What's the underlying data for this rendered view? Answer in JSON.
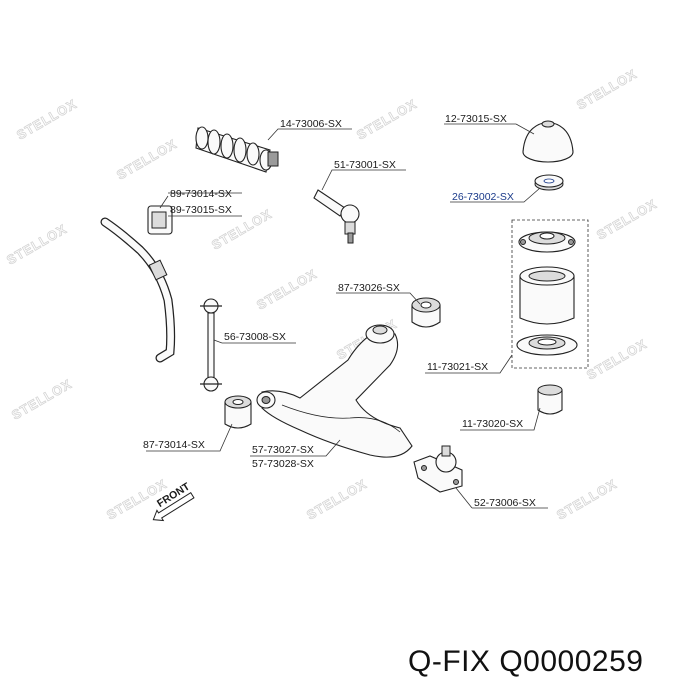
{
  "watermark_text": "STELLOX",
  "parts": [
    {
      "id": "p1",
      "code": "14-73006-SX"
    },
    {
      "id": "p2",
      "code": "12-73015-SX"
    },
    {
      "id": "p3",
      "code": "51-73001-SX"
    },
    {
      "id": "p4",
      "code": "26-73002-SX"
    },
    {
      "id": "p5",
      "code": "89-73014-SX"
    },
    {
      "id": "p6",
      "code": "89-73015-SX"
    },
    {
      "id": "p7",
      "code": "87-73026-SX"
    },
    {
      "id": "p8",
      "code": "56-73008-SX"
    },
    {
      "id": "p9",
      "code": "11-73021-SX"
    },
    {
      "id": "p10",
      "code": "11-73020-SX"
    },
    {
      "id": "p11",
      "code": "87-73014-SX"
    },
    {
      "id": "p12",
      "code": "57-73027-SX"
    },
    {
      "id": "p13",
      "code": "57-73028-SX"
    },
    {
      "id": "p14",
      "code": "52-73006-SX"
    }
  ],
  "direction_label": "FRONT",
  "footer": {
    "brand": "Q-FIX",
    "part_number": "Q0000259"
  },
  "colors": {
    "highlight": "#1a3a8a",
    "watermark": "#d4d4d4"
  }
}
